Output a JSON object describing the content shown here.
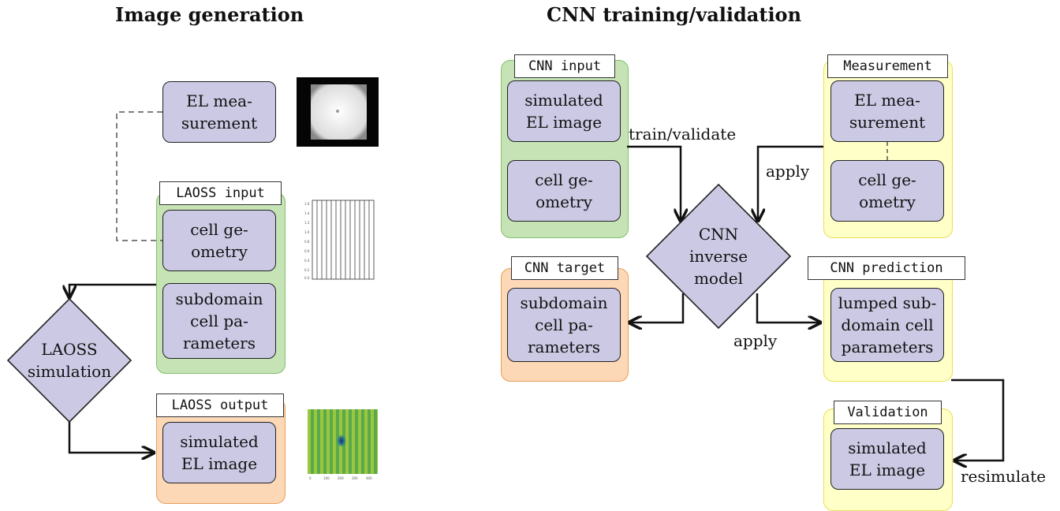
{
  "titles": {
    "left": "Image generation",
    "right": "CNN training/validation"
  },
  "groups": {
    "laoss_input": "LAOSS input",
    "laoss_output": "LAOSS output",
    "cnn_input": "CNN input",
    "measurement": "Measurement",
    "cnn_target": "CNN target",
    "cnn_prediction": "CNN prediction",
    "validation": "Validation"
  },
  "nodes": {
    "el_measurement_left": "EL mea-\nsurement",
    "cell_geometry_left": "cell ge-\nometry",
    "subdomain_params_left": "subdomain\ncell pa-\nrameters",
    "simulated_el_left": "simulated\nEL image",
    "simulated_el_cnn_input": "simulated\nEL image",
    "cell_geometry_cnn_input": "cell ge-\nometry",
    "el_measurement_right": "EL mea-\nsurement",
    "cell_geometry_right": "cell ge-\nometry",
    "subdomain_params_target": "subdomain\ncell pa-\nrameters",
    "lumped_params": "lumped sub-\ndomain cell\nparameters",
    "simulated_el_validation": "simulated\nEL image"
  },
  "decisions": {
    "laoss_simulation": "LAOSS\nsimulation",
    "cnn_inverse_model": "CNN\ninverse\nmodel"
  },
  "edge_labels": {
    "train_validate": "train/validate",
    "apply_top": "apply",
    "apply_bottom": "apply",
    "resimulate": "resimulate"
  },
  "colors": {
    "node_fill": "#cbc9e4",
    "green_fill": "#c6e3b6",
    "orange_fill": "#fdd8b6",
    "yellow_fill": "#ffffc8"
  }
}
